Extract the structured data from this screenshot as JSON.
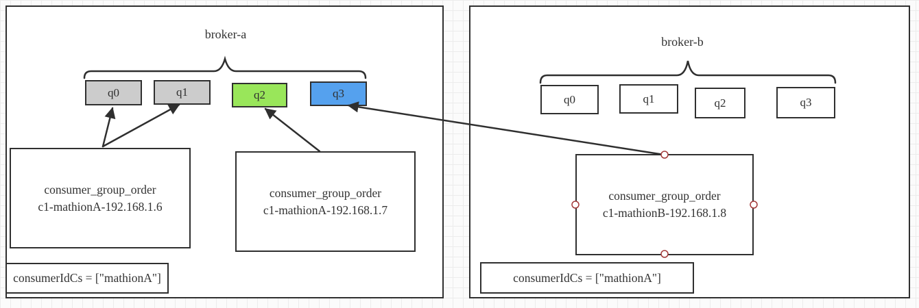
{
  "diagram": {
    "background_color": "#fbfbfb",
    "grid_color": "#ececec",
    "stroke_color": "#2f2f2f",
    "text_color": "#333333",
    "connection_point_color": "#a33939",
    "broker_a": {
      "title": "broker-a",
      "queues": [
        {
          "label": "q0",
          "fill": "#cccccc"
        },
        {
          "label": "q1",
          "fill": "#cccccc"
        },
        {
          "label": "q2",
          "fill": "#99e65a"
        },
        {
          "label": "q3",
          "fill": "#55a1ee"
        }
      ],
      "consumers": [
        {
          "line1": "consumer_group_order",
          "line2": "c1-mathionA-192.168.1.6"
        },
        {
          "line1": "consumer_group_order",
          "line2": "c1-mathionA-192.168.1.7"
        }
      ],
      "config_label": "consumerIdCs = [\"mathionA\"]"
    },
    "broker_b": {
      "title": "broker-b",
      "queues": [
        {
          "label": "q0",
          "fill": "#ffffff"
        },
        {
          "label": "q1",
          "fill": "#ffffff"
        },
        {
          "label": "q2",
          "fill": "#ffffff"
        },
        {
          "label": "q3",
          "fill": "#ffffff"
        }
      ],
      "consumers": [
        {
          "line1": "consumer_group_order",
          "line2": "c1-mathionB-192.168.1.8"
        }
      ],
      "config_label": "consumerIdCs = [\"mathionA\"]"
    }
  }
}
